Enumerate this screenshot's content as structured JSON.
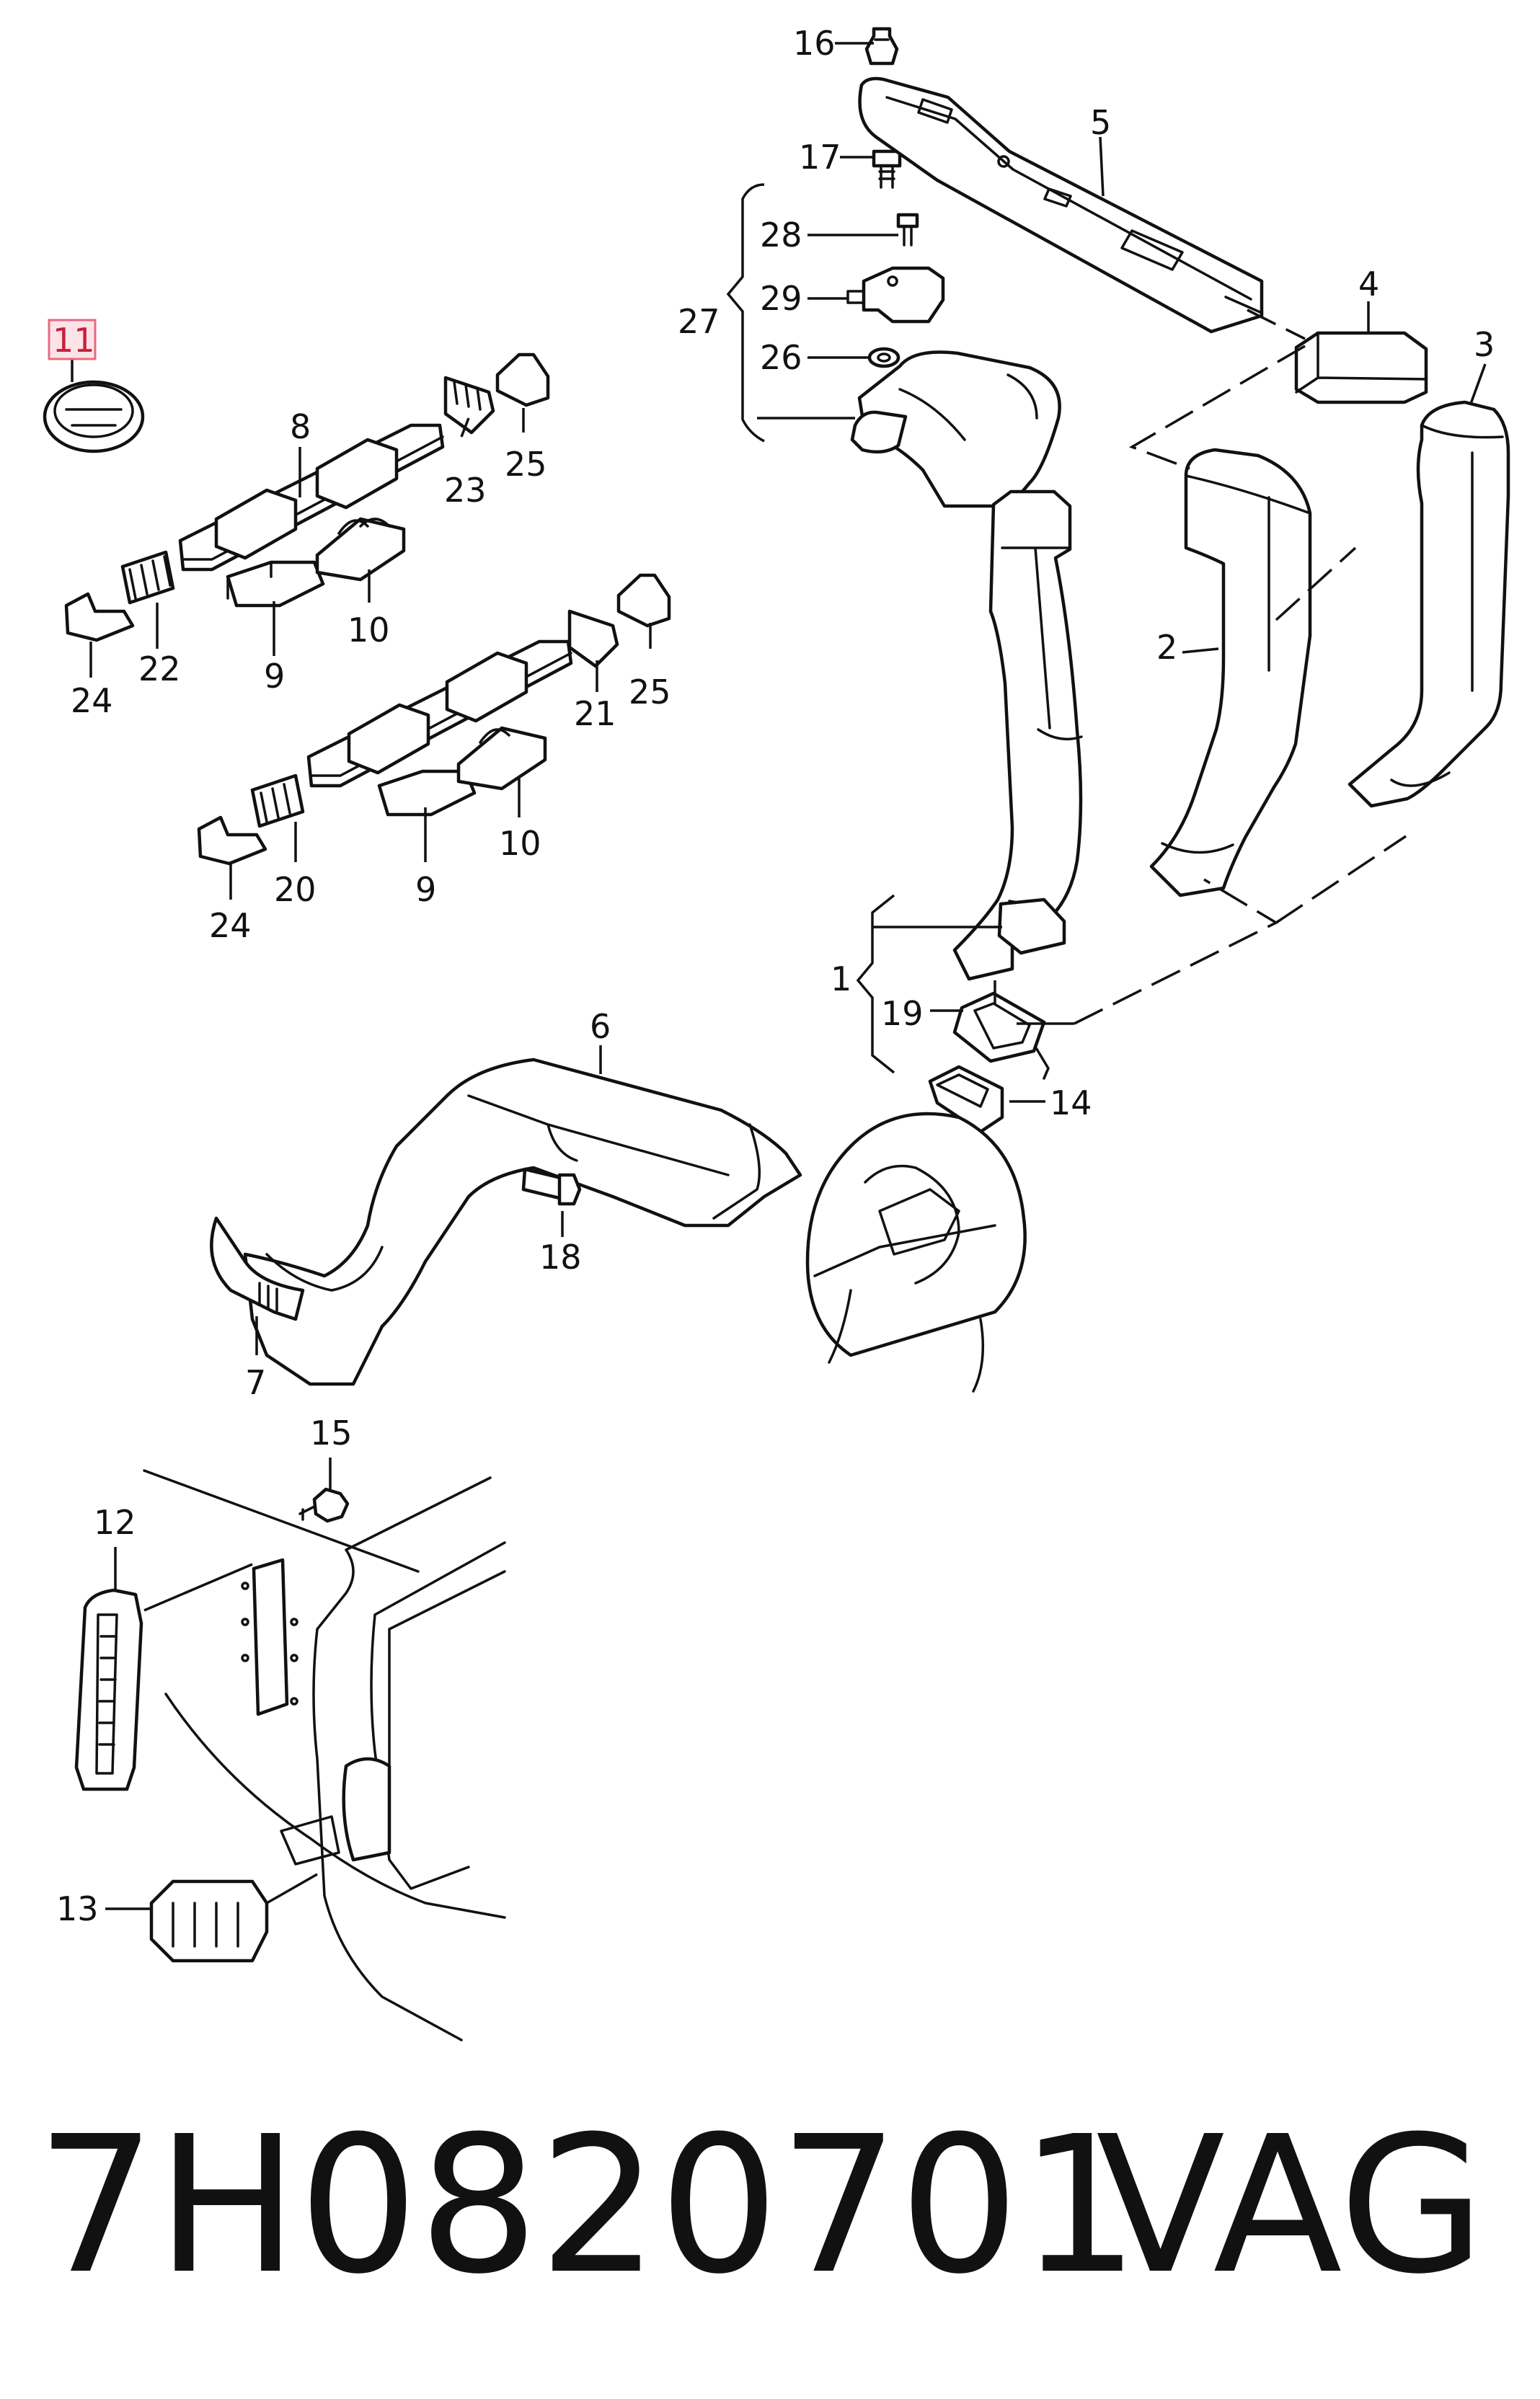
{
  "callouts": [
    "1",
    "2",
    "3",
    "4",
    "5",
    "6",
    "7",
    "8",
    "9",
    "10",
    "11",
    "12",
    "13",
    "14",
    "15",
    "16",
    "17",
    "18",
    "19",
    "20",
    "21",
    "22",
    "23",
    "24",
    "25",
    "26",
    "27",
    "28",
    "29"
  ],
  "highlighted_callout": "11",
  "highlight_colors": {
    "box_fill": "#fbe3e7",
    "box_stroke": "#e66b80",
    "text": "#c8203a"
  },
  "footer": {
    "part_number": "7H0820701",
    "brand": "VAG"
  }
}
